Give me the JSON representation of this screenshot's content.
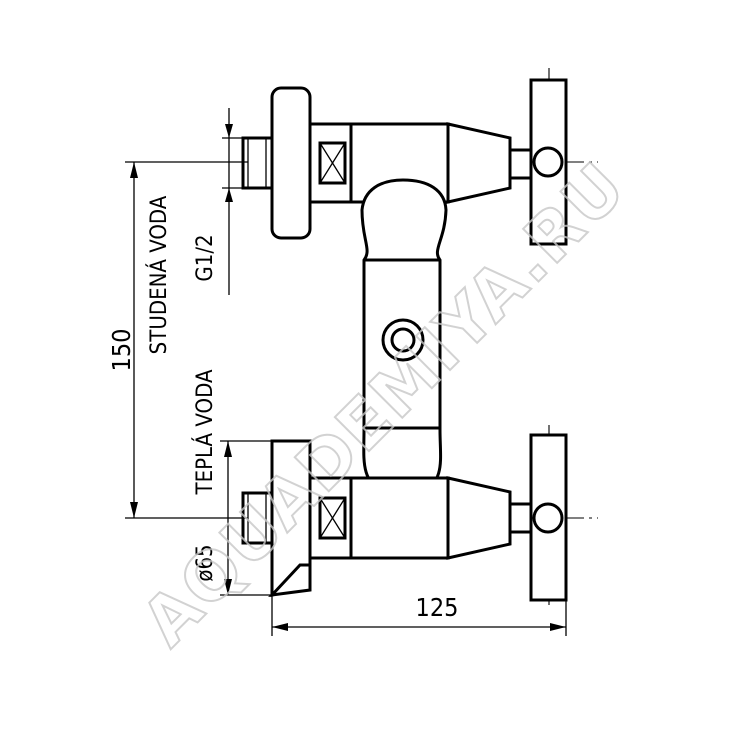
{
  "drawing": {
    "dimensions": {
      "height": "150",
      "width": "125",
      "diameter": "ø65",
      "thread": "G1/2"
    },
    "labels": {
      "cold_water": "STUDENÁ VODA",
      "hot_water": "TEPLÁ VODA"
    },
    "watermark": "AQUADEMIYA.RU"
  }
}
